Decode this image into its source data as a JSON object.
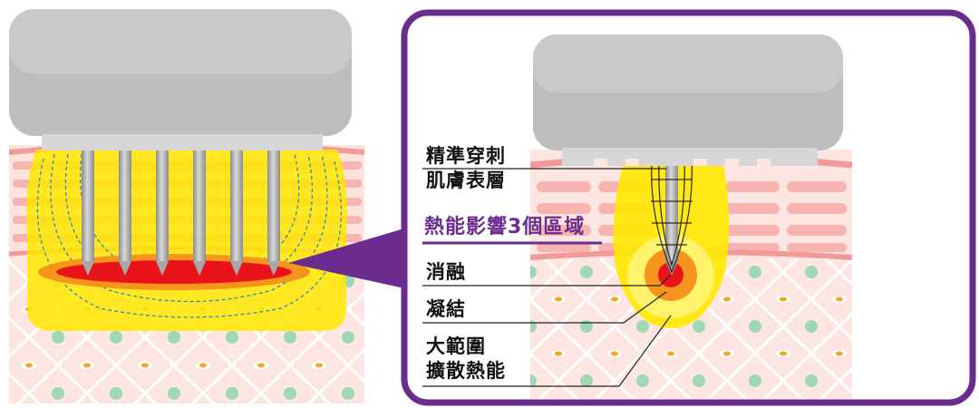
{
  "labels": {
    "puncture_line1": "精準穿刺",
    "puncture_line2": "肌膚表層",
    "zones_title": "熱能影響3個區域",
    "ablation": "消融",
    "coagulation": "凝結",
    "diffusion_line1": "大範圍",
    "diffusion_line2": "擴散熱能"
  },
  "colors": {
    "frame_purple": "#6a2c8e",
    "handpiece_gray": "#b9b9b9",
    "needle_gray": "#a8a8a8",
    "heat_yellow": "#ffe800",
    "heat_orange": "#f7941d",
    "ablation_red": "#e8141a",
    "dermis_pink": "#fbd9d4",
    "epidermis_pink": "#f4a3a3",
    "cell_green": "#9fd9b4",
    "cell_orange": "#f5a623"
  },
  "icons": {
    "needle_count_left": 6
  }
}
